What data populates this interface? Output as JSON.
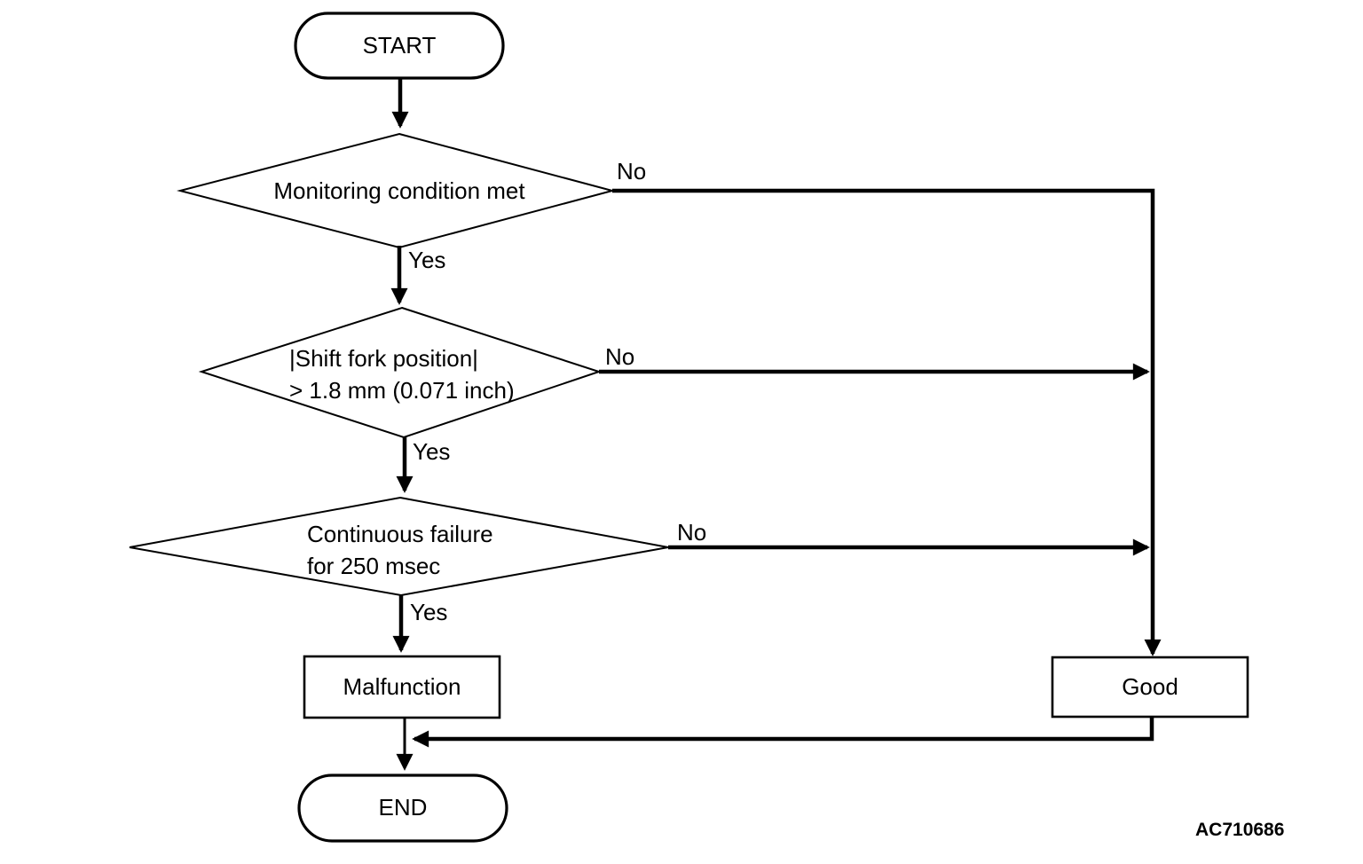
{
  "figure": {
    "code": "AC710686",
    "background": "#ffffff",
    "stroke_color": "#000000"
  },
  "nodes": {
    "start": {
      "type": "terminator",
      "label": "START"
    },
    "monitoring": {
      "type": "decision",
      "label": "Monitoring condition met"
    },
    "shift_fork": {
      "type": "decision",
      "line1": "|Shift fork position|",
      "line2": "> 1.8 mm (0.071 inch)"
    },
    "continuous": {
      "type": "decision",
      "line1": "Continuous failure",
      "line2": "for 250 msec"
    },
    "malfunction": {
      "type": "process",
      "label": "Malfunction"
    },
    "good": {
      "type": "process",
      "label": "Good"
    },
    "end": {
      "type": "terminator",
      "label": "END"
    }
  },
  "edge_labels": {
    "monitoring_no": "No",
    "monitoring_yes": "Yes",
    "shift_fork_no": "No",
    "shift_fork_yes": "Yes",
    "continuous_no": "No",
    "continuous_yes": "Yes"
  }
}
